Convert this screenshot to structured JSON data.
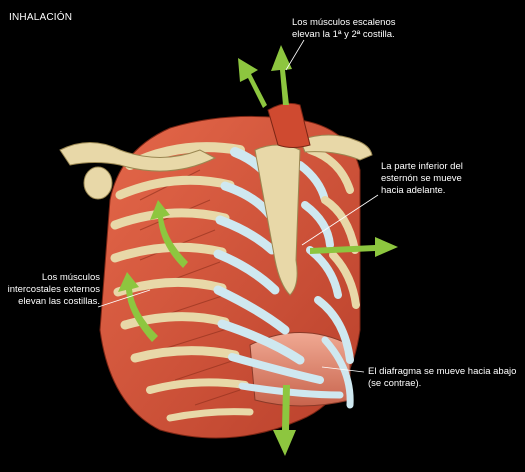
{
  "title": "INHALACIÓN",
  "labels": {
    "escalenos": [
      "Los músculos escalenos",
      "elevan la 1ª y 2ª costilla."
    ],
    "esternon": [
      "La parte inferior del",
      "esternón se mueve",
      "hacia adelante."
    ],
    "intercostales": [
      "Los músculos",
      "intercostales externos",
      "elevan las costillas."
    ],
    "diafragma": [
      "El diafragma se mueve hacia abajo",
      "(se contrae)."
    ]
  },
  "colors": {
    "background": "#000000",
    "arrow": "#8dc63f",
    "muscle": "#d9563a",
    "cartilage": "#cfe8f0",
    "bone": "#e8d8a8"
  }
}
